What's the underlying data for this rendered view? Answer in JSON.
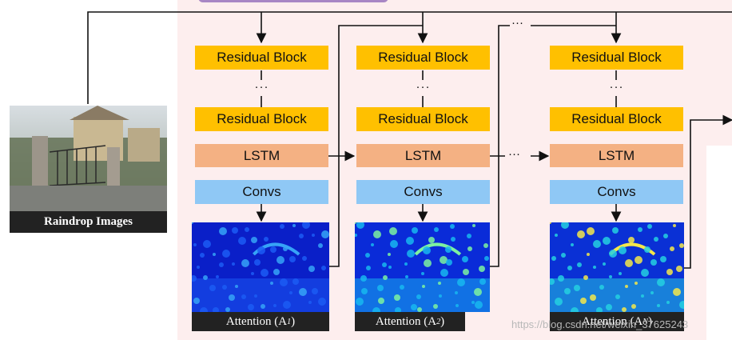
{
  "input": {
    "caption": "Raindrop Images"
  },
  "stages": [
    {
      "res_top": "Residual Block",
      "dots": "···",
      "res_bottom": "Residual Block",
      "lstm": "LSTM",
      "convs": "Convs",
      "attention_label": "Attention (A",
      "attention_sub": "1"
    },
    {
      "res_top": "Residual Block",
      "dots": "···",
      "res_bottom": "Residual Block",
      "lstm": "LSTM",
      "convs": "Convs",
      "attention_label": "Attention (A",
      "attention_sub": "2"
    },
    {
      "res_top": "Residual Block",
      "dots": "···",
      "res_bottom": "Residual Block",
      "lstm": "LSTM",
      "convs": "Convs",
      "attention_label": "Attention (A",
      "attention_sub": "N"
    }
  ],
  "between_dots": "···",
  "close_paren": ")",
  "watermark": "https://blog.csdn.net/weixin_37625243",
  "colors": {
    "residual": "#ffc000",
    "lstm": "#f4b183",
    "convs": "#8fc8f5",
    "panel": "#fdeeee",
    "tab": "#a886c4"
  }
}
